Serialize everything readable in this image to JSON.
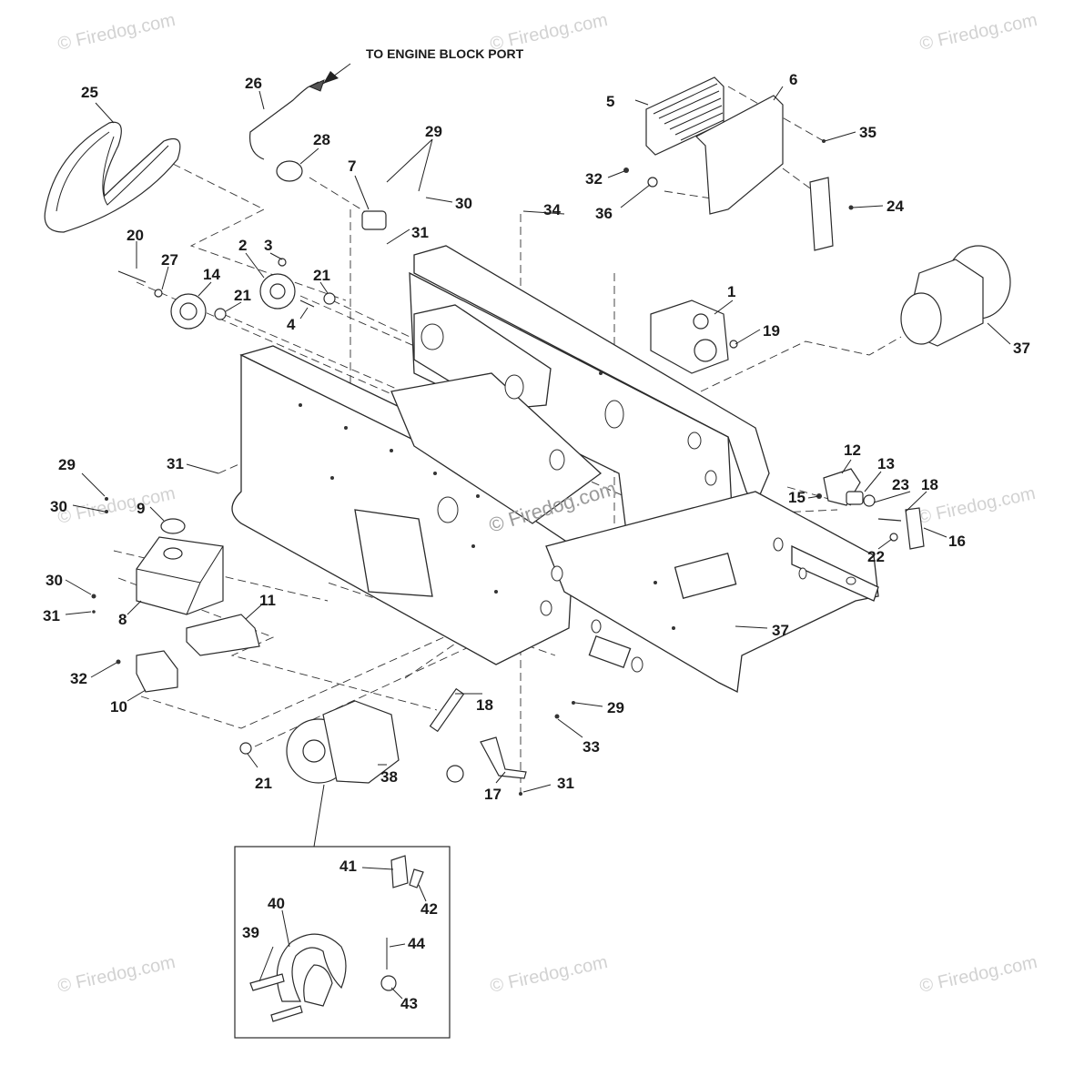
{
  "heading": "TO ENGINE BLOCK PORT",
  "watermark": "© Firedog.com",
  "callouts": [
    {
      "id": "c1",
      "label": "1"
    },
    {
      "id": "c2",
      "label": "2"
    },
    {
      "id": "c3",
      "label": "3"
    },
    {
      "id": "c4",
      "label": "4"
    },
    {
      "id": "c5",
      "label": "5"
    },
    {
      "id": "c6",
      "label": "6"
    },
    {
      "id": "c7",
      "label": "7"
    },
    {
      "id": "c8",
      "label": "8"
    },
    {
      "id": "c9",
      "label": "9"
    },
    {
      "id": "c10",
      "label": "10"
    },
    {
      "id": "c11",
      "label": "11"
    },
    {
      "id": "c12",
      "label": "12"
    },
    {
      "id": "c13",
      "label": "13"
    },
    {
      "id": "c14",
      "label": "14"
    },
    {
      "id": "c15",
      "label": "15"
    },
    {
      "id": "c16",
      "label": "16"
    },
    {
      "id": "c17",
      "label": "17"
    },
    {
      "id": "c18a",
      "label": "18"
    },
    {
      "id": "c18b",
      "label": "18"
    },
    {
      "id": "c19",
      "label": "19"
    },
    {
      "id": "c20",
      "label": "20"
    },
    {
      "id": "c21a",
      "label": "21"
    },
    {
      "id": "c21b",
      "label": "21"
    },
    {
      "id": "c21c",
      "label": "21"
    },
    {
      "id": "c22",
      "label": "22"
    },
    {
      "id": "c23",
      "label": "23"
    },
    {
      "id": "c24",
      "label": "24"
    },
    {
      "id": "c25",
      "label": "25"
    },
    {
      "id": "c26",
      "label": "26"
    },
    {
      "id": "c27",
      "label": "27"
    },
    {
      "id": "c28",
      "label": "28"
    },
    {
      "id": "c29a",
      "label": "29"
    },
    {
      "id": "c29b",
      "label": "29"
    },
    {
      "id": "c29c",
      "label": "29"
    },
    {
      "id": "c30a",
      "label": "30"
    },
    {
      "id": "c30b",
      "label": "30"
    },
    {
      "id": "c30c",
      "label": "30"
    },
    {
      "id": "c31a",
      "label": "31"
    },
    {
      "id": "c31b",
      "label": "31"
    },
    {
      "id": "c31c",
      "label": "31"
    },
    {
      "id": "c31d",
      "label": "31"
    },
    {
      "id": "c32a",
      "label": "32"
    },
    {
      "id": "c32b",
      "label": "32"
    },
    {
      "id": "c33",
      "label": "33"
    },
    {
      "id": "c34",
      "label": "34"
    },
    {
      "id": "c35",
      "label": "35"
    },
    {
      "id": "c36",
      "label": "36"
    },
    {
      "id": "c37a",
      "label": "37"
    },
    {
      "id": "c37b",
      "label": "37"
    },
    {
      "id": "c38",
      "label": "38"
    },
    {
      "id": "c39",
      "label": "39"
    },
    {
      "id": "c40",
      "label": "40"
    },
    {
      "id": "c41",
      "label": "41"
    },
    {
      "id": "c42",
      "label": "42"
    },
    {
      "id": "c43",
      "label": "43"
    },
    {
      "id": "c44",
      "label": "44"
    }
  ]
}
